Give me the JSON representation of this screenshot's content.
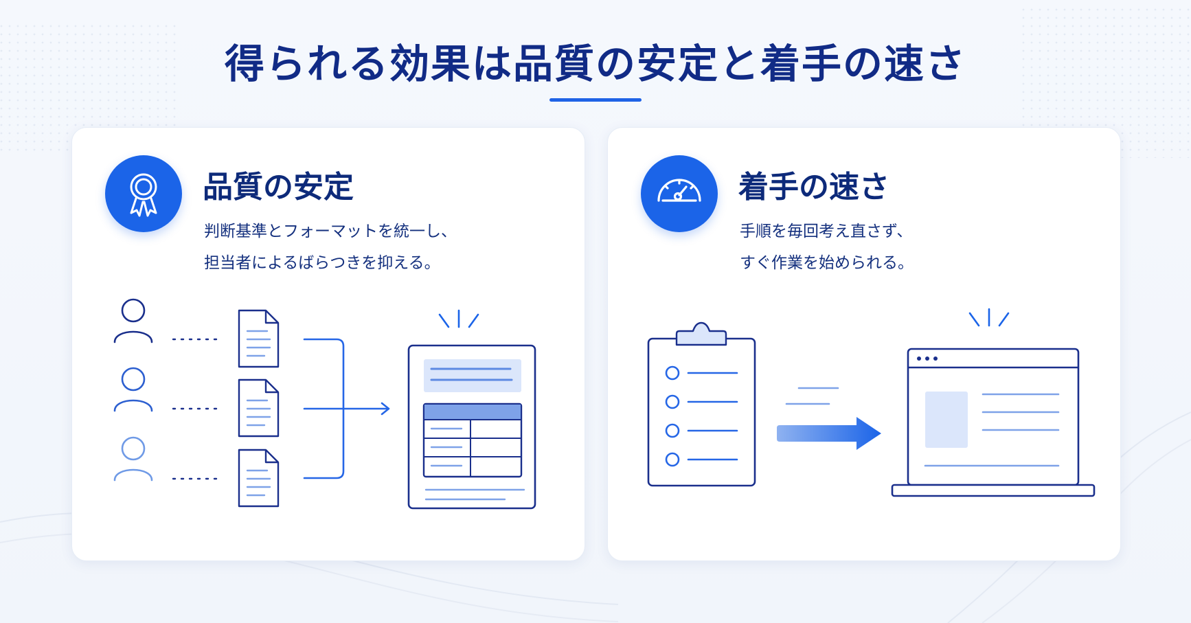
{
  "title": "得られる効果は品質の安定と着手の速さ",
  "colors": {
    "accent": "#1b64e8",
    "navy": "#1a2f8c",
    "light_blue": "#dbe6fb",
    "text": "#0d2a7a"
  },
  "cards": [
    {
      "icon": "award-ribbon-icon",
      "heading": "品質の安定",
      "desc_line1": "判断基準とフォーマットを統一し、",
      "desc_line2": "担当者によるばらつきを抑える。"
    },
    {
      "icon": "speedometer-icon",
      "heading": "着手の速さ",
      "desc_line1": "手順を毎回考え直さず、",
      "desc_line2": "すぐ作業を始められる。"
    }
  ]
}
